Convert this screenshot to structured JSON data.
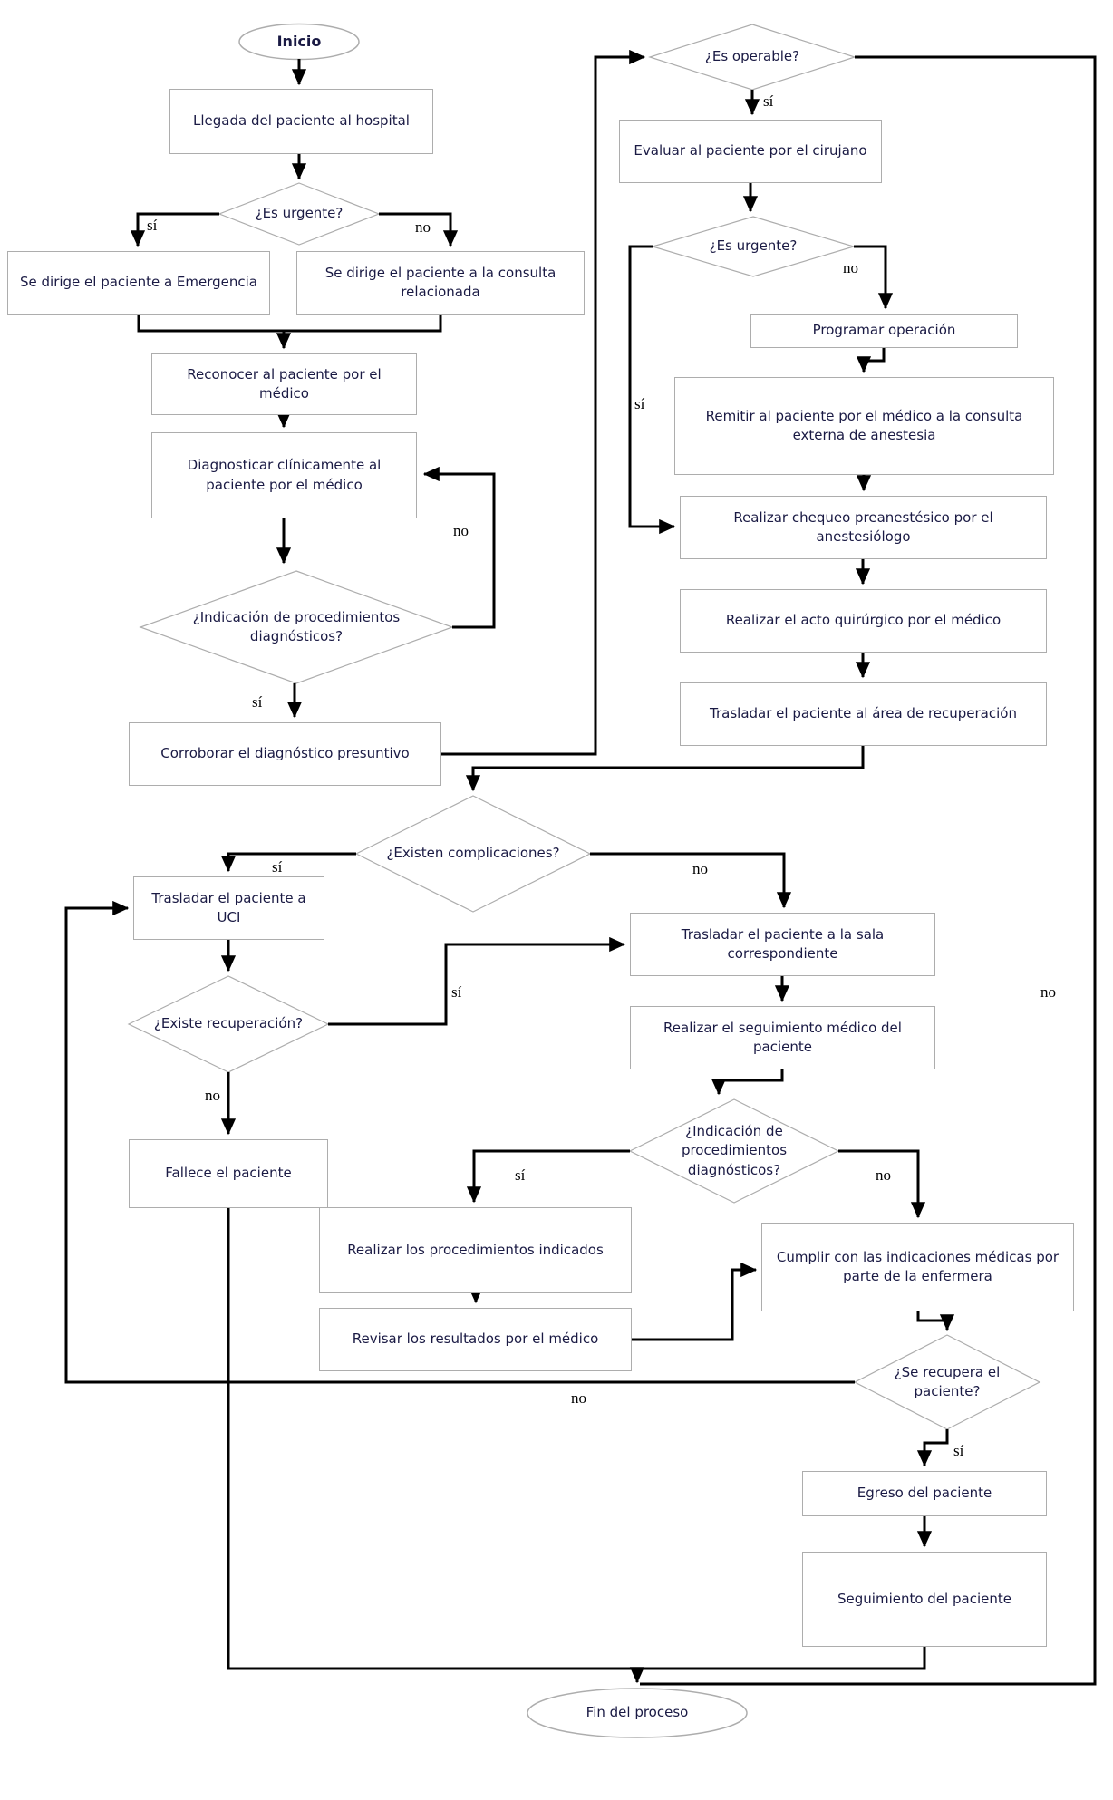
{
  "colors": {
    "flow_line": "#000000",
    "shape_border": "#adadad",
    "node_text": "#1a1a44",
    "edge_label_text": "#000000",
    "background": "#ffffff"
  },
  "nodes": {
    "inicio": {
      "type": "start",
      "label": "Inicio"
    },
    "llegada": {
      "type": "process",
      "label": "Llegada del paciente al hospital"
    },
    "es_urgente_1": {
      "type": "decision",
      "label": "¿Es urgente?"
    },
    "emergencia": {
      "type": "process",
      "label": "Se dirige el paciente a Emergencia"
    },
    "consulta": {
      "type": "process",
      "label": "Se dirige el paciente a la consulta relacionada"
    },
    "reconocer": {
      "type": "process",
      "label": "Reconocer al paciente por el médico"
    },
    "diagnosticar": {
      "type": "process",
      "label": "Diagnosticar clínicamente al paciente por el médico"
    },
    "indicacion_1": {
      "type": "decision",
      "label": "¿Indicación de procedimientos diagnósticos?"
    },
    "corroborar": {
      "type": "process",
      "label": "Corroborar el diagnóstico presuntivo"
    },
    "es_operable": {
      "type": "decision",
      "label": "¿Es operable?"
    },
    "evaluar": {
      "type": "process",
      "label": "Evaluar al paciente por el cirujano"
    },
    "es_urgente_2": {
      "type": "decision",
      "label": "¿Es urgente?"
    },
    "programar": {
      "type": "process",
      "label": "Programar operación"
    },
    "remitir": {
      "type": "process",
      "label": "Remitir al paciente por el médico a la consulta externa de anestesia"
    },
    "chequeo": {
      "type": "process",
      "label": "Realizar chequeo preanestésico por el anestesiólogo"
    },
    "acto": {
      "type": "process",
      "label": "Realizar el acto quirúrgico por el médico"
    },
    "recuperacion_area": {
      "type": "process",
      "label": "Trasladar el paciente al área de recuperación"
    },
    "complicaciones": {
      "type": "decision",
      "label": "¿Existen complicaciones?"
    },
    "uci": {
      "type": "process",
      "label": "Trasladar el paciente a UCI"
    },
    "existe_recuperacion": {
      "type": "decision",
      "label": "¿Existe recuperación?"
    },
    "fallece": {
      "type": "process",
      "label": "Fallece el paciente"
    },
    "sala": {
      "type": "process",
      "label": "Trasladar el paciente a la sala correspondiente"
    },
    "seguimiento_medico": {
      "type": "process",
      "label": "Realizar el seguimiento médico del paciente"
    },
    "indicacion_2": {
      "type": "decision",
      "label": "¿Indicación de procedimientos diagnósticos?"
    },
    "procedimientos": {
      "type": "process",
      "label": "Realizar los procedimientos indicados"
    },
    "revisar": {
      "type": "process",
      "label": "Revisar los resultados por el médico"
    },
    "cumplir": {
      "type": "process",
      "label": "Cumplir con las indicaciones médicas por parte de la enfermera"
    },
    "se_recupera": {
      "type": "decision",
      "label": "¿Se recupera el paciente?"
    },
    "egreso": {
      "type": "process",
      "label": "Egreso del paciente"
    },
    "seguimiento_paciente": {
      "type": "process",
      "label": "Seguimiento del paciente"
    },
    "fin": {
      "type": "end",
      "label": "Fin del proceso"
    }
  },
  "edge_labels": {
    "es_urgente_1_si": "sí",
    "es_urgente_1_no": "no",
    "indicacion_1_si": "sí",
    "indicacion_1_no": "no",
    "es_operable_si": "sí",
    "es_operable_no": "no",
    "es_urgente_2_si": "sí",
    "es_urgente_2_no": "no",
    "complicaciones_si": "sí",
    "complicaciones_no": "no",
    "existe_recuperacion_si": "sí",
    "existe_recuperacion_no": "no",
    "indicacion_2_si": "sí",
    "indicacion_2_no": "no",
    "se_recupera_si": "sí",
    "se_recupera_no": "no"
  }
}
